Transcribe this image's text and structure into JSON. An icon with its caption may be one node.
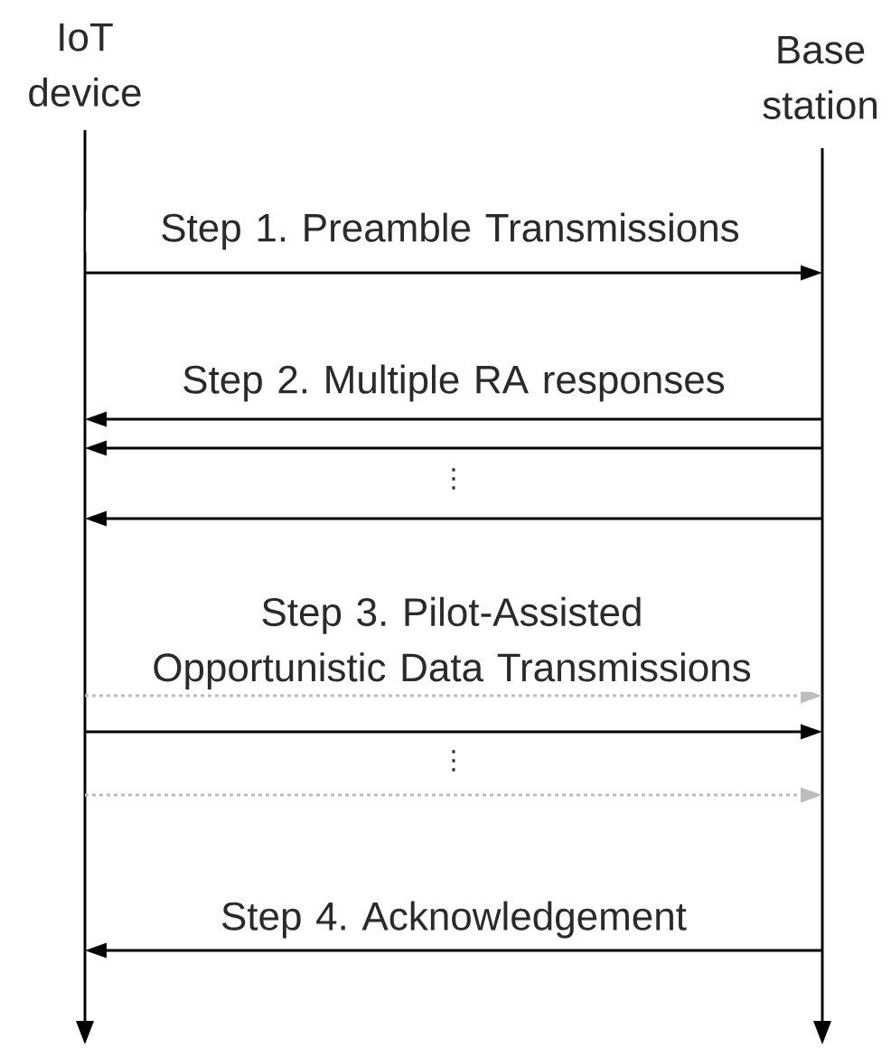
{
  "diagram": {
    "nodes": [
      {
        "text": [
          "IoT device"
        ]
      },
      {
        "text": [
          "Base station"
        ]
      },
      {
        "text": [],
        "shape": "arrow"
      },
      {
        "text": [],
        "shape": "arrow"
      }
    ],
    "edges": [
      {
        "from": 2,
        "to": 3,
        "arrow": "to",
        "label": "Step 1. Preamble Transmissions"
      },
      {
        "from": 3,
        "to": 2,
        "arrow": "to",
        "label": "Step 2. Multiple RA responses"
      },
      {
        "from": 3,
        "to": 2,
        "arrow": "to"
      },
      {
        "from": 3,
        "to": 2,
        "arrow": "to"
      },
      {
        "from": 2,
        "to": 3,
        "arrow": "to",
        "label": "Step 3. Pilot-Assisted Opportunistic Data Transmissions",
        "style": "dashed",
        "color": "#bdbdbd"
      },
      {
        "from": 2,
        "to": 3,
        "arrow": "to"
      },
      {
        "from": 2,
        "to": 3,
        "arrow": "to",
        "style": "dashed",
        "color": "#bdbdbd"
      },
      {
        "from": 3,
        "to": 2,
        "arrow": "to",
        "label": "Step 4. Acknowledgement"
      }
    ],
    "labels": [
      "⋮",
      "⋮"
    ]
  }
}
